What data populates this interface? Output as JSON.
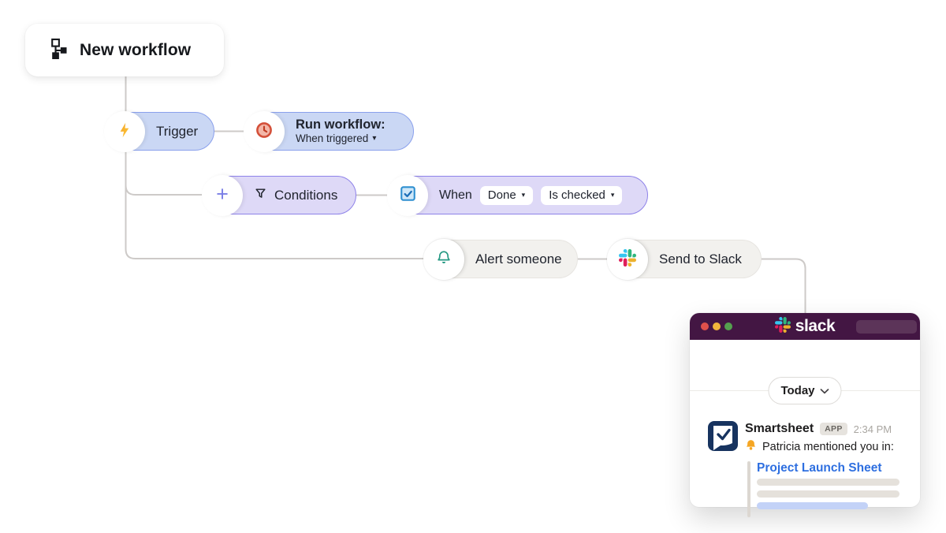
{
  "card": {
    "title": "New workflow"
  },
  "pills": {
    "trigger": {
      "label": "Trigger"
    },
    "run_workflow": {
      "title": "Run workflow:",
      "subtitle": "When triggered",
      "caret": "▾"
    },
    "conditions": {
      "label": "Conditions",
      "plus": "+"
    },
    "when": {
      "label": "When",
      "field": "Done",
      "operator": "Is checked",
      "caret": "▾"
    },
    "alert": {
      "label": "Alert someone"
    },
    "send_slack": {
      "label": "Send to Slack"
    }
  },
  "slack": {
    "logo_text": "slack",
    "date_pill": "Today",
    "message": {
      "sender": "Smartsheet",
      "badge": "APP",
      "time": "2:34 PM",
      "text": "Patricia mentioned you in:",
      "link": "Project Launch Sheet"
    }
  },
  "icons": {
    "workflow-icon": "sitemap glyph",
    "lightning-icon": "⚡",
    "clock-icon": "🕐",
    "plus-icon": "+",
    "filter-icon": "funnel",
    "checkbox-icon": "☑",
    "bell-icon": "🔔",
    "slack-icon": "slack pinwheel",
    "chevron-down-icon": "⌄"
  },
  "colors": {
    "pill_blue_bg": "#cad7f4",
    "pill_blue_border": "#8aa0ec",
    "pill_lavender_bg": "#ded9f7",
    "pill_lavender_border": "#8e82e9",
    "pill_gray_bg": "#f2f1ee",
    "connector": "#cdcac8",
    "slack_aubergine": "#431643",
    "link_blue": "#2e6fe0",
    "slack_logo_blue": "#36C5F0",
    "slack_logo_green": "#2EB67D",
    "slack_logo_yellow": "#ECB22E",
    "slack_logo_red": "#E01E5A",
    "smartsheet_navy": "#17335f",
    "lightning_amber": "#f5a92b",
    "clock_red": "#d4503a",
    "bell_teal": "#279a84"
  }
}
